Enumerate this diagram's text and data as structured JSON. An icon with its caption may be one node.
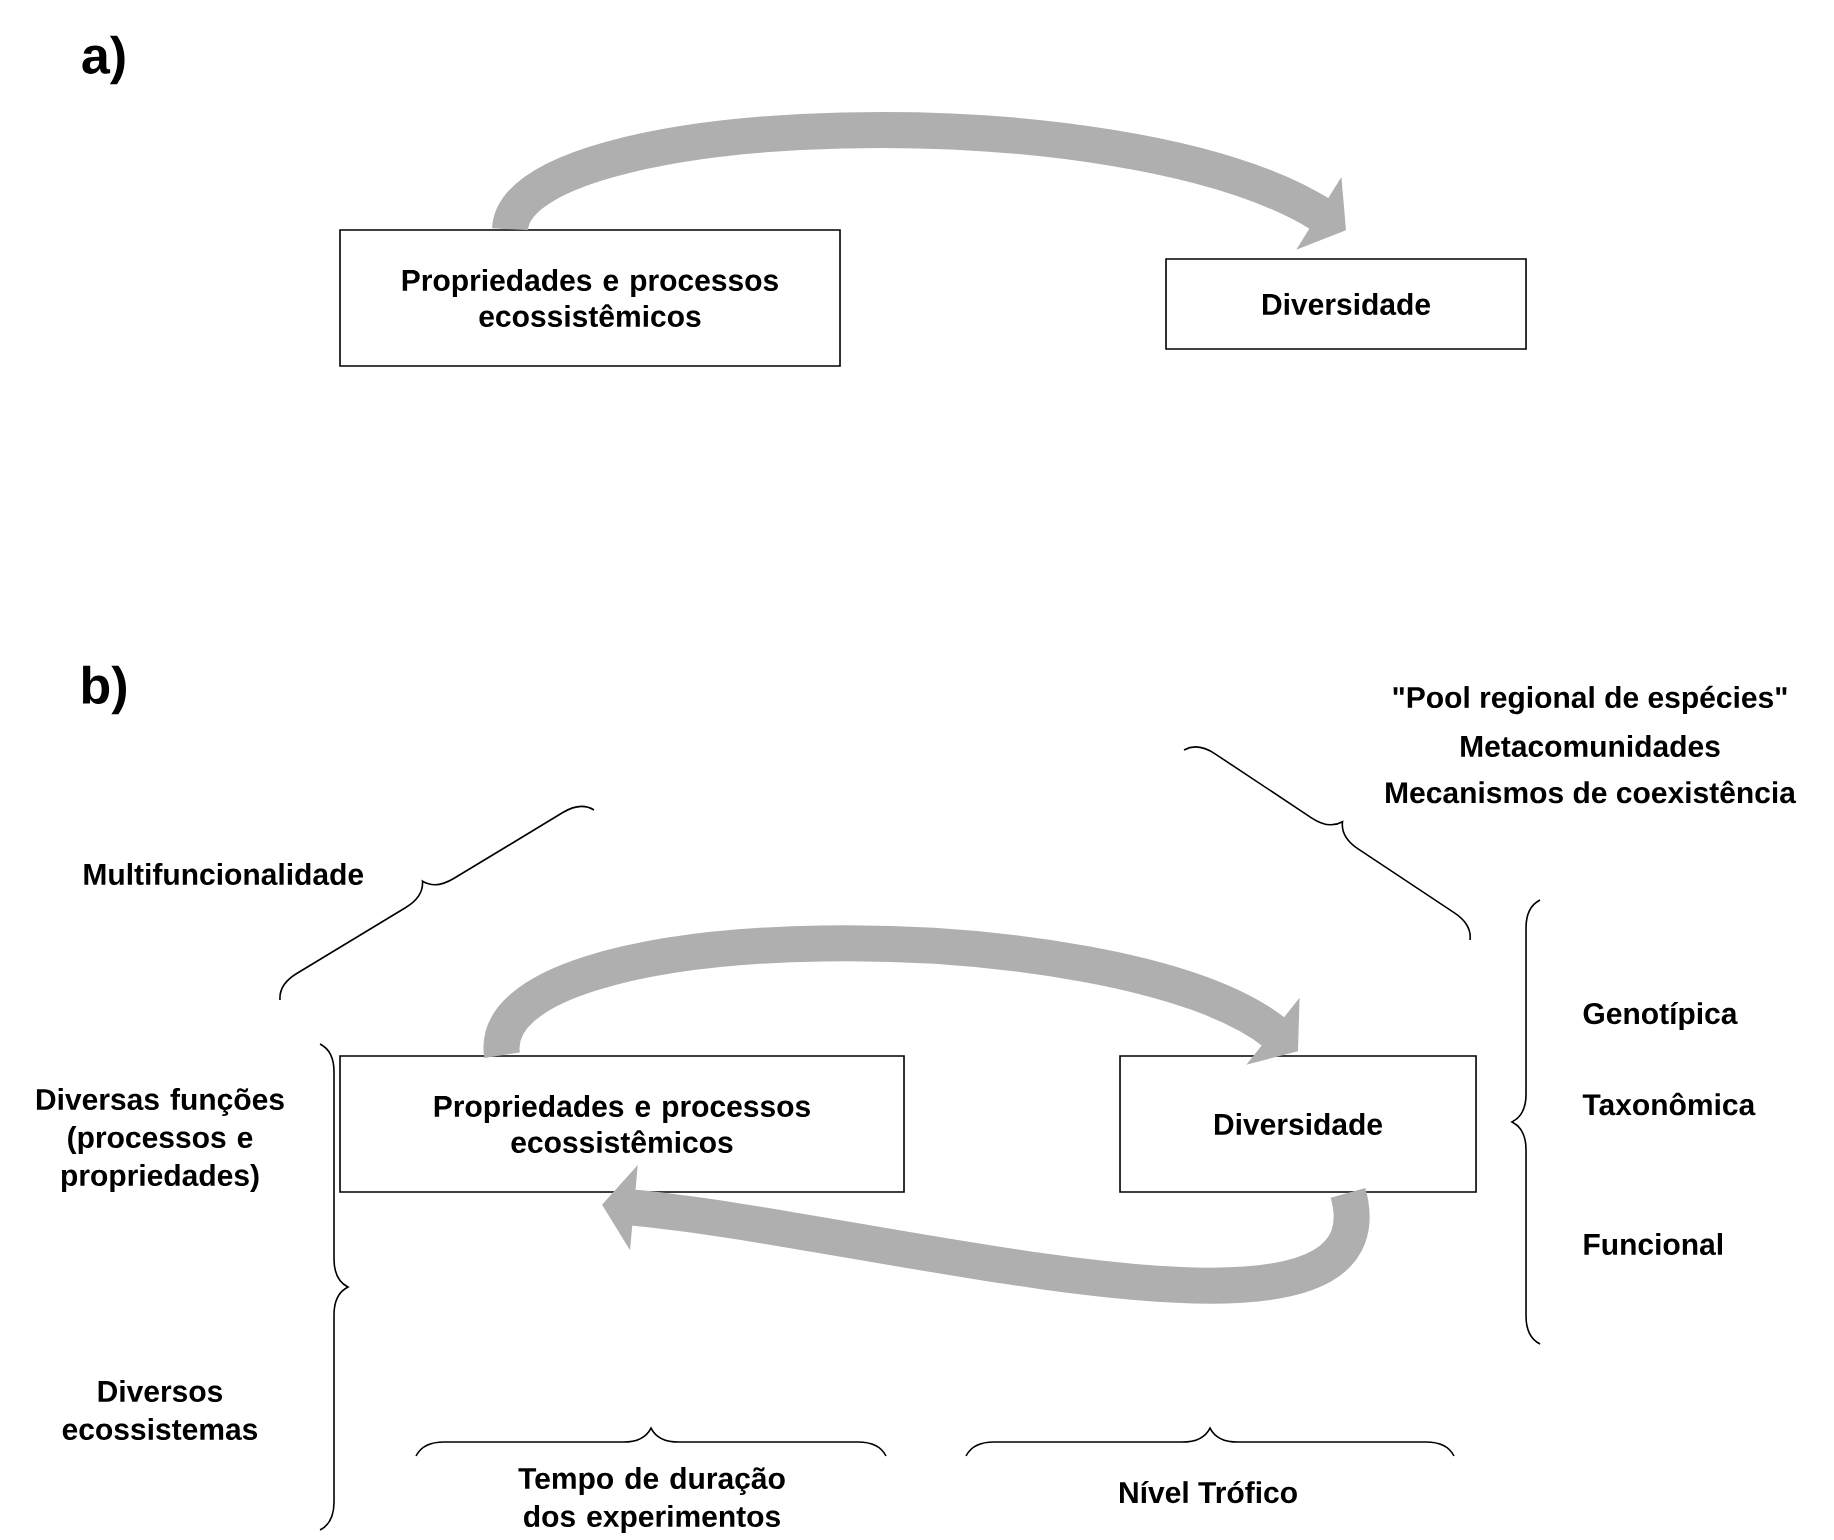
{
  "diagram": {
    "nodes": [
      {
        "text": [
          "Propriedades e processos ecossistêmicos"
        ]
      },
      {
        "text": [
          "Diversidade"
        ]
      },
      {
        "text": [
          "Propriedades e processos ecossistêmicos"
        ]
      },
      {
        "text": [
          "Diversidade"
        ]
      }
    ],
    "edges": [
      {
        "from": 0,
        "to": 1,
        "arrow": "to"
      },
      {
        "from": 2,
        "to": 3,
        "arrow": "to"
      },
      {
        "from": 3,
        "to": 2,
        "arrow": "to"
      }
    ],
    "labels": [
      "a)",
      "b)",
      "\"Pool regional de espécies\"",
      "Metacomunidades",
      "Mecanismos de coexistência",
      "Multifuncionalidade",
      "Genotípica",
      "Diversas funções (processos e propriedades)",
      "Taxonômica",
      "Funcional",
      "Diversos ecossistemas",
      "Tempo de duração dos experimentos",
      "Nível Trófico"
    ]
  }
}
